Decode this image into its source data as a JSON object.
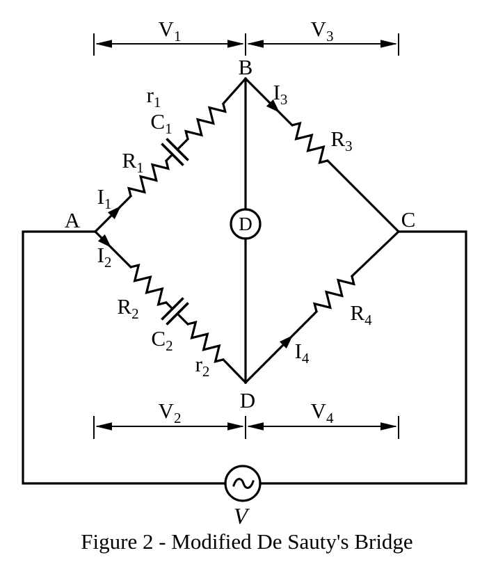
{
  "figure": {
    "caption": "Figure 2 - Modified De Sauty's Bridge"
  },
  "colors": {
    "ink": "#000000",
    "background": "#ffffff"
  },
  "nodes": {
    "a": "A",
    "b": "B",
    "c": "C",
    "d": "D"
  },
  "detector": {
    "label": "D"
  },
  "source": {
    "label": "V",
    "symbol": "~"
  },
  "voltage_labels": {
    "v1": {
      "main": "V",
      "sub": "1"
    },
    "v2": {
      "main": "V",
      "sub": "2"
    },
    "v3": {
      "main": "V",
      "sub": "3"
    },
    "v4": {
      "main": "V",
      "sub": "4"
    }
  },
  "current_labels": {
    "i1": {
      "main": "I",
      "sub": "1"
    },
    "i2": {
      "main": "I",
      "sub": "2"
    },
    "i3": {
      "main": "I",
      "sub": "3"
    },
    "i4": {
      "main": "I",
      "sub": "4"
    }
  },
  "component_labels": {
    "R1": {
      "main": "R",
      "sub": "1"
    },
    "C1": {
      "main": "C",
      "sub": "1"
    },
    "r1": {
      "main": "r",
      "sub": "1"
    },
    "R2": {
      "main": "R",
      "sub": "2"
    },
    "C2": {
      "main": "C",
      "sub": "2"
    },
    "r2": {
      "main": "r",
      "sub": "2"
    },
    "R3": {
      "main": "R",
      "sub": "3"
    },
    "R4": {
      "main": "R",
      "sub": "4"
    }
  }
}
